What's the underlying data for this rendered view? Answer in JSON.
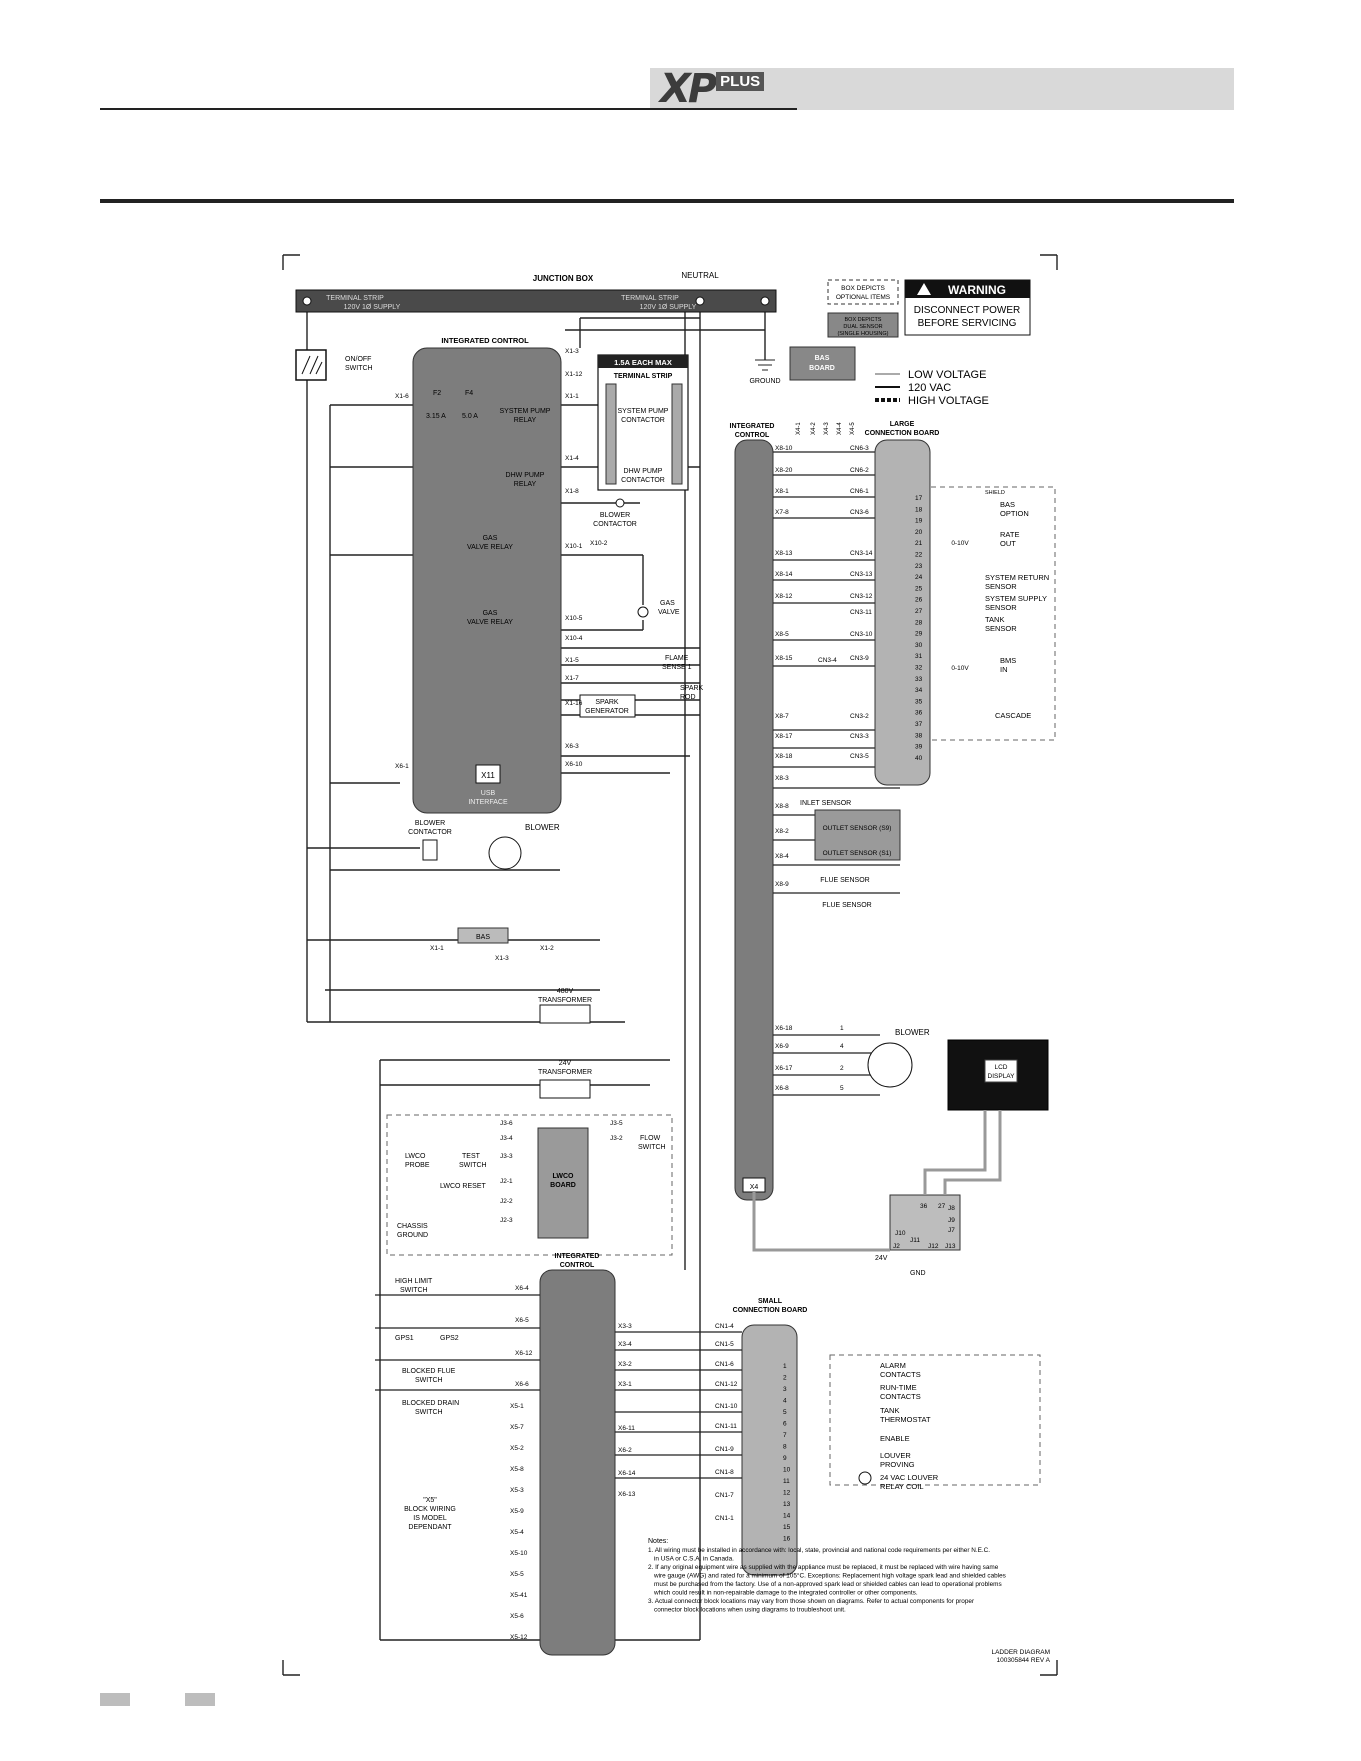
{
  "header": {
    "brand": "XP",
    "brand_suffix": "PLUS"
  },
  "diagram": {
    "junction_box": "JUNCTION BOX",
    "terminal_strip_left": [
      "TERMINAL STRIP",
      "120V 1Ø SUPPLY"
    ],
    "terminal_strip_right": [
      "TERMINAL STRIP",
      "120V 1Ø SUPPLY"
    ],
    "neutral": "NEUTRAL",
    "ground": "GROUND",
    "onoff_switch": [
      "ON/OFF",
      "SWITCH"
    ],
    "integrated_control": "INTEGRATED CONTROL",
    "integrated_control_2": [
      "INTEGRATED",
      "CONTROL"
    ],
    "integrated_control_3": [
      "INTEGRATED",
      "CONTROL"
    ],
    "terminal_strip_box_title": "1.5A EACH MAX",
    "terminal_strip_box_sub": "TERMINAL STRIP",
    "system_pump_contactor": [
      "SYSTEM PUMP",
      "CONTACTOR"
    ],
    "dhw_pump_contactor": [
      "DHW PUMP",
      "CONTACTOR"
    ],
    "f2": "F2",
    "f2_rating": "3.15 A",
    "f4": "F4",
    "f4_rating": "5.0 A",
    "system_pump_relay": [
      "SYSTEM PUMP",
      "RELAY"
    ],
    "dhw_pump_relay": [
      "DHW PUMP",
      "RELAY"
    ],
    "blower_contactor": [
      "BLOWER",
      "CONTACTOR"
    ],
    "gas_valve_relay": [
      "GAS",
      "VALVE RELAY"
    ],
    "gas_valve": [
      "GAS",
      "VALVE"
    ],
    "flame_sense": [
      "FLAME",
      "SENSE 1"
    ],
    "spark_rod": [
      "SPARK",
      "ROD"
    ],
    "spark_generator": [
      "SPARK",
      "GENERATOR"
    ],
    "usb": [
      "USB",
      "INTERFACE"
    ],
    "x11": "X11",
    "blower_contactor_2": [
      "BLOWER",
      "CONTACTOR"
    ],
    "blower": "BLOWER",
    "bas": "BAS",
    "transformer_480": [
      "480V",
      "TRANSFORMER"
    ],
    "transformer_24": [
      "24V",
      "TRANSFORMER"
    ],
    "lwco_probe": [
      "LWCO",
      "PROBE"
    ],
    "test_switch": [
      "TEST",
      "SWITCH"
    ],
    "lwco_reset": "LWCO RESET",
    "lwco_board": [
      "LWCO",
      "BOARD"
    ],
    "chassis_ground": [
      "CHASSIS",
      "GROUND"
    ],
    "flow_switch": [
      "FLOW",
      "SWITCH"
    ],
    "high_limit": [
      "HIGH LIMIT",
      "SWITCH"
    ],
    "gps1": "GPS1",
    "gps2": "GPS2",
    "blocked_flue": [
      "BLOCKED FLUE",
      "SWITCH"
    ],
    "blocked_drain": [
      "BLOCKED DRAIN",
      "SWITCH"
    ],
    "x5_note": [
      "\"X5\"",
      "BLOCK WIRING",
      "IS MODEL",
      "DEPENDANT"
    ],
    "box_optional": [
      "BOX DEPICTS",
      "OPTIONAL ITEMS"
    ],
    "box_dual": [
      "BOX DEPICTS",
      "DUAL SENSOR",
      "(SINGLE HOUSING)"
    ],
    "warning_title": "WARNING",
    "warning_text": [
      "DISCONNECT POWER",
      "BEFORE SERVICING"
    ],
    "legend_low": "LOW VOLTAGE",
    "legend_120": "120 VAC",
    "legend_high": "HIGH VOLTAGE",
    "bas_board": [
      "BAS",
      "BOARD"
    ],
    "large_board": [
      "LARGE",
      "CONNECTION BOARD"
    ],
    "small_board": [
      "SMALL",
      "CONNECTION BOARD"
    ],
    "lcd_display": [
      "LCD",
      "DISPLAY"
    ],
    "x4": "X4",
    "inlet_sensor": "INLET SENSOR",
    "outlet_sensor_s9": "OUTLET SENSOR (S9)",
    "outlet_sensor_s1": "OUTLET SENSOR (S1)",
    "flue_sensor_1": "FLUE SENSOR",
    "flue_sensor_2": "FLUE SENSOR",
    "blower_2": "BLOWER",
    "right_labels": {
      "bas_option": [
        "BAS",
        "OPTION"
      ],
      "rate_out": [
        "RATE",
        "OUT"
      ],
      "system_return": [
        "SYSTEM RETURN",
        "SENSOR"
      ],
      "system_supply": [
        "SYSTEM SUPPLY",
        "SENSOR"
      ],
      "tank_sensor": [
        "TANK",
        "SENSOR"
      ],
      "bms_in": [
        "BMS",
        "IN"
      ],
      "cascade": "CASCADE",
      "v010a": "0-10V",
      "v010b": "0-10V",
      "shield": "SHIELD",
      "alarm": [
        "ALARM",
        "CONTACTS"
      ],
      "runtime": [
        "RUN-TIME",
        "CONTACTS"
      ],
      "tank_thermostat": [
        "TANK",
        "THERMOSTAT"
      ],
      "enable": "ENABLE",
      "louver": [
        "LOUVER",
        "PROVING"
      ],
      "louver_relay": [
        "24 VAC LOUVER",
        "RELAY COIL"
      ]
    },
    "left_pins": [
      "X1-3",
      "X1-12",
      "X1-1",
      "X1-4",
      "X1-8",
      "X10-1",
      "X10-2",
      "X10-5",
      "X10-4",
      "X1-5",
      "X1-7",
      "X1-16",
      "X6-3",
      "X6-10",
      "X6-1",
      "X1-6"
    ],
    "mid_pins": [
      "X8-10",
      "X8-20",
      "X8-1",
      "X7-8",
      "X8-13",
      "X8-14",
      "X8-12",
      "X8-5",
      "X8-15",
      "X8-7",
      "X8-17",
      "X8-18",
      "X8-3",
      "X8-8",
      "X8-2",
      "X8-4",
      "X8-9",
      "X6-18",
      "X6-9",
      "X6-17",
      "X6-8"
    ],
    "cn_pins": [
      "CN6-3",
      "CN6-2",
      "CN6-1",
      "CN3-6",
      "CN3-14",
      "CN3-13",
      "CN3-12",
      "CN3-11",
      "CN3-10",
      "CN3-9",
      "CN3-4",
      "CN3-2",
      "CN3-3",
      "CN3-5"
    ],
    "bas_pins": [
      "X4-1",
      "X4-2",
      "X4-3",
      "X4-4",
      "X4-5"
    ],
    "large_terms": [
      "17",
      "18",
      "19",
      "20",
      "21",
      "22",
      "23",
      "24",
      "25",
      "26",
      "27",
      "28",
      "29",
      "30",
      "31",
      "32",
      "33",
      "34",
      "35",
      "36",
      "37",
      "38",
      "39",
      "40"
    ],
    "small_terms": [
      "1",
      "2",
      "3",
      "4",
      "5",
      "6",
      "7",
      "8",
      "9",
      "10",
      "11",
      "12",
      "13",
      "14",
      "15",
      "16"
    ],
    "small_cn": [
      "CN1-4",
      "CN1-5",
      "CN1-6",
      "CN1-12",
      "CN1-10",
      "CN1-11",
      "CN1-9",
      "CN1-8",
      "CN1-7",
      "CN1-1"
    ],
    "lower_x3": [
      "X3-3",
      "X3-4",
      "X3-2",
      "X3-1",
      "X6-11",
      "X6-2",
      "X6-14",
      "X6-13"
    ],
    "lower_left": [
      "X6-4",
      "X6-5",
      "X6-12",
      "X6-6",
      "X5-1",
      "X5-7",
      "X5-2",
      "X5-8",
      "X5-3",
      "X5-9",
      "X5-4",
      "X5-10",
      "X5-5",
      "X5-41",
      "X5-6",
      "X5-12"
    ],
    "j3_pins": [
      "J3-6",
      "J3-4",
      "J3-3",
      "J2-1",
      "J2-2",
      "J2-3",
      "J3-5",
      "J3-2"
    ],
    "display_pins": [
      "J10",
      "J8",
      "J9",
      "J7",
      "J2",
      "J11",
      "J12",
      "J13",
      "36",
      "27"
    ],
    "v24": "24V",
    "gnd": "GND",
    "bas_sub": [
      "X1-1",
      "X1-3",
      "X1-2"
    ],
    "blower_pins": [
      "1",
      "4",
      "2",
      "5"
    ]
  },
  "notes": {
    "title": "Notes:",
    "items": [
      "1. All wiring must be installed in accordance with: local, state, provincial and national code requirements per either N.E.C.",
      "in USA or C.S.A. in Canada.",
      "2. If any original equipment wire as supplied with the appliance must be replaced, it must be replaced with wire having same",
      "wire gauge (AWG) and rated for a minimum of 105°C. Exceptions: Replacement high voltage spark lead and shielded cables",
      "must be purchased from the factory. Use of a non-approved spark lead or shielded cables can lead to operational problems",
      "which could result in non-repairable damage to the integrated controller or other components.",
      "3. Actual connector block locations may vary from those shown on diagrams. Refer to actual components for proper",
      "connector block locations when using diagrams to troubleshoot unit."
    ]
  },
  "ladder": [
    "LADDER DIAGRAM",
    "100305844 REV A"
  ]
}
